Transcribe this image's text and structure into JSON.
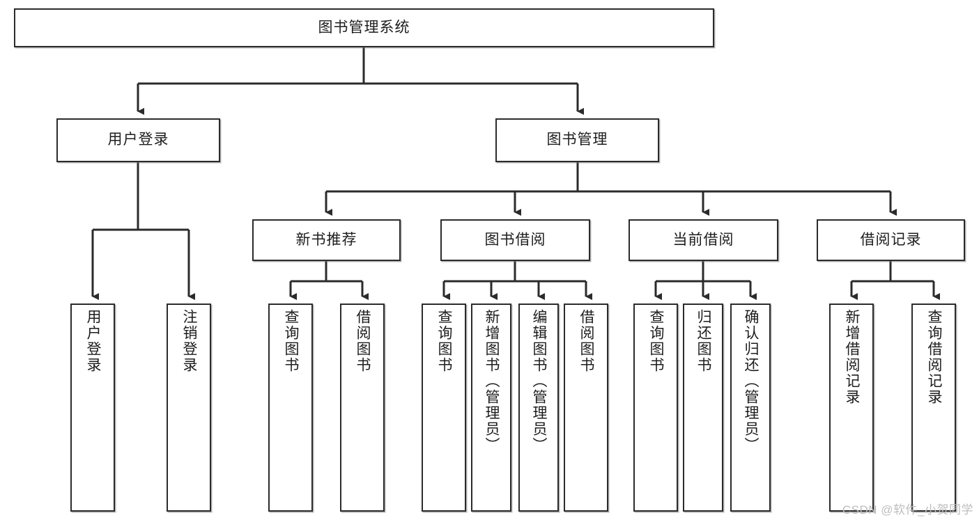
{
  "diagram": {
    "title_node": {
      "label": "图书管理系统"
    },
    "level2": [
      {
        "label": "用户登录"
      },
      {
        "label": "图书管理"
      }
    ],
    "level3": [
      {
        "label": "新书推荐"
      },
      {
        "label": "图书借阅"
      },
      {
        "label": "当前借阅"
      },
      {
        "label": "借阅记录"
      }
    ],
    "leaves": [
      {
        "label": "用户登录"
      },
      {
        "label": "注销登录"
      },
      {
        "label": "查询图书"
      },
      {
        "label": "借阅图书"
      },
      {
        "label": "查询图书"
      },
      {
        "label": "新增图书（管理员）"
      },
      {
        "label": "编辑图书（管理员）"
      },
      {
        "label": "借阅图书"
      },
      {
        "label": "查询图书"
      },
      {
        "label": "归还图书"
      },
      {
        "label": "确认归还（管理员）"
      },
      {
        "label": "新增借阅记录"
      },
      {
        "label": "查询借阅记录"
      }
    ]
  },
  "watermark": {
    "text": "CSDN @软件_小贺同学"
  },
  "colors": {
    "box_border": "#2b2b2b",
    "box_fill": "#ffffff",
    "edge": "#2b2b2b",
    "text": "#1d1d1d",
    "watermark": "#bdbdbd"
  }
}
